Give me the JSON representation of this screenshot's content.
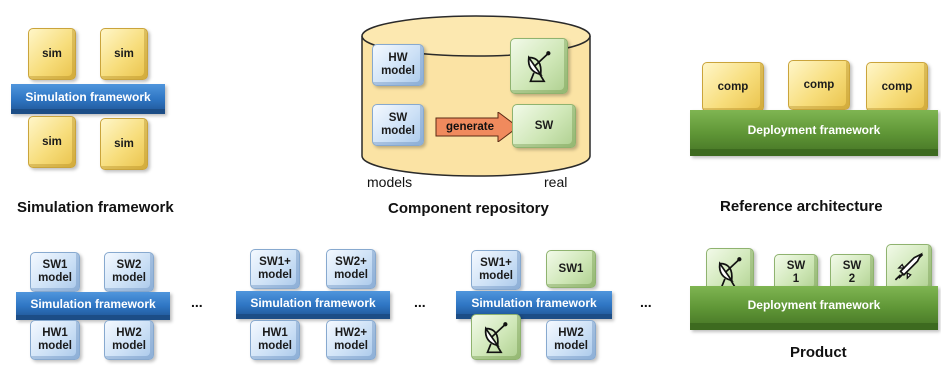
{
  "top_left": {
    "sims": [
      "sim",
      "sim",
      "sim",
      "sim"
    ],
    "framework_label": "Simulation framework",
    "caption": "Simulation framework"
  },
  "repository": {
    "hw_model": "HW\nmodel",
    "sw_model": "SW\nmodel",
    "generate_label": "generate",
    "sw_label": "SW",
    "models_label": "models",
    "real_label": "real",
    "caption": "Component repository",
    "satellite_icon": "satellite-dish-icon"
  },
  "reference": {
    "comps": [
      "comp",
      "comp",
      "comp"
    ],
    "framework_label": "Deployment framework",
    "caption": "Reference architecture"
  },
  "bottom": {
    "stage1": {
      "top": [
        "SW1\nmodel",
        "SW2\nmodel"
      ],
      "bottom": [
        "HW1\nmodel",
        "HW2\nmodel"
      ],
      "framework_label": "Simulation framework"
    },
    "stage2": {
      "top": [
        "SW1+\nmodel",
        "SW2+\nmodel"
      ],
      "bottom": [
        "HW1\nmodel",
        "HW2+\nmodel"
      ],
      "framework_label": "Simulation framework"
    },
    "stage3": {
      "top": [
        "SW1+\nmodel",
        "SW1"
      ],
      "bottom_right": "HW2\nmodel",
      "framework_label": "Simulation framework",
      "satellite_icon": "satellite-dish-icon"
    },
    "ellipsis": "...",
    "product": {
      "items": [
        "SW\n1",
        "SW\n2"
      ],
      "framework_label": "Deployment framework",
      "caption": "Product",
      "satellite_icon": "satellite-dish-icon",
      "rocket_icon": "rocket-icon"
    }
  },
  "colors": {
    "sim_yellow": "#f7dd7b",
    "model_blue": "#cde1f6",
    "real_green": "#cfe7b7",
    "sim_framework_blue": "#2f76c4",
    "deploy_framework_green": "#5f9636",
    "repository_fill": "#fbe3a4",
    "generate_arrow": "#f08a5d"
  }
}
